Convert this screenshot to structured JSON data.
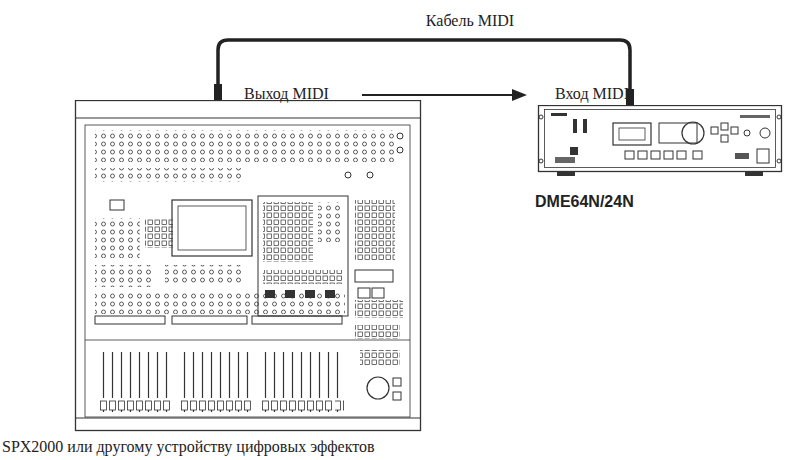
{
  "diagram": {
    "nodes": [
      {
        "text": [
          "SPX2000 или другому устройству цифровых эффектов"
        ]
      },
      {
        "text": [
          "DME64N/24N"
        ]
      }
    ],
    "edges": [
      {
        "from": 0,
        "to": 1,
        "arrow": "none",
        "label": "Кабель MIDI"
      }
    ],
    "labels": [
      "Выход MIDI",
      "Вход MIDI"
    ]
  }
}
